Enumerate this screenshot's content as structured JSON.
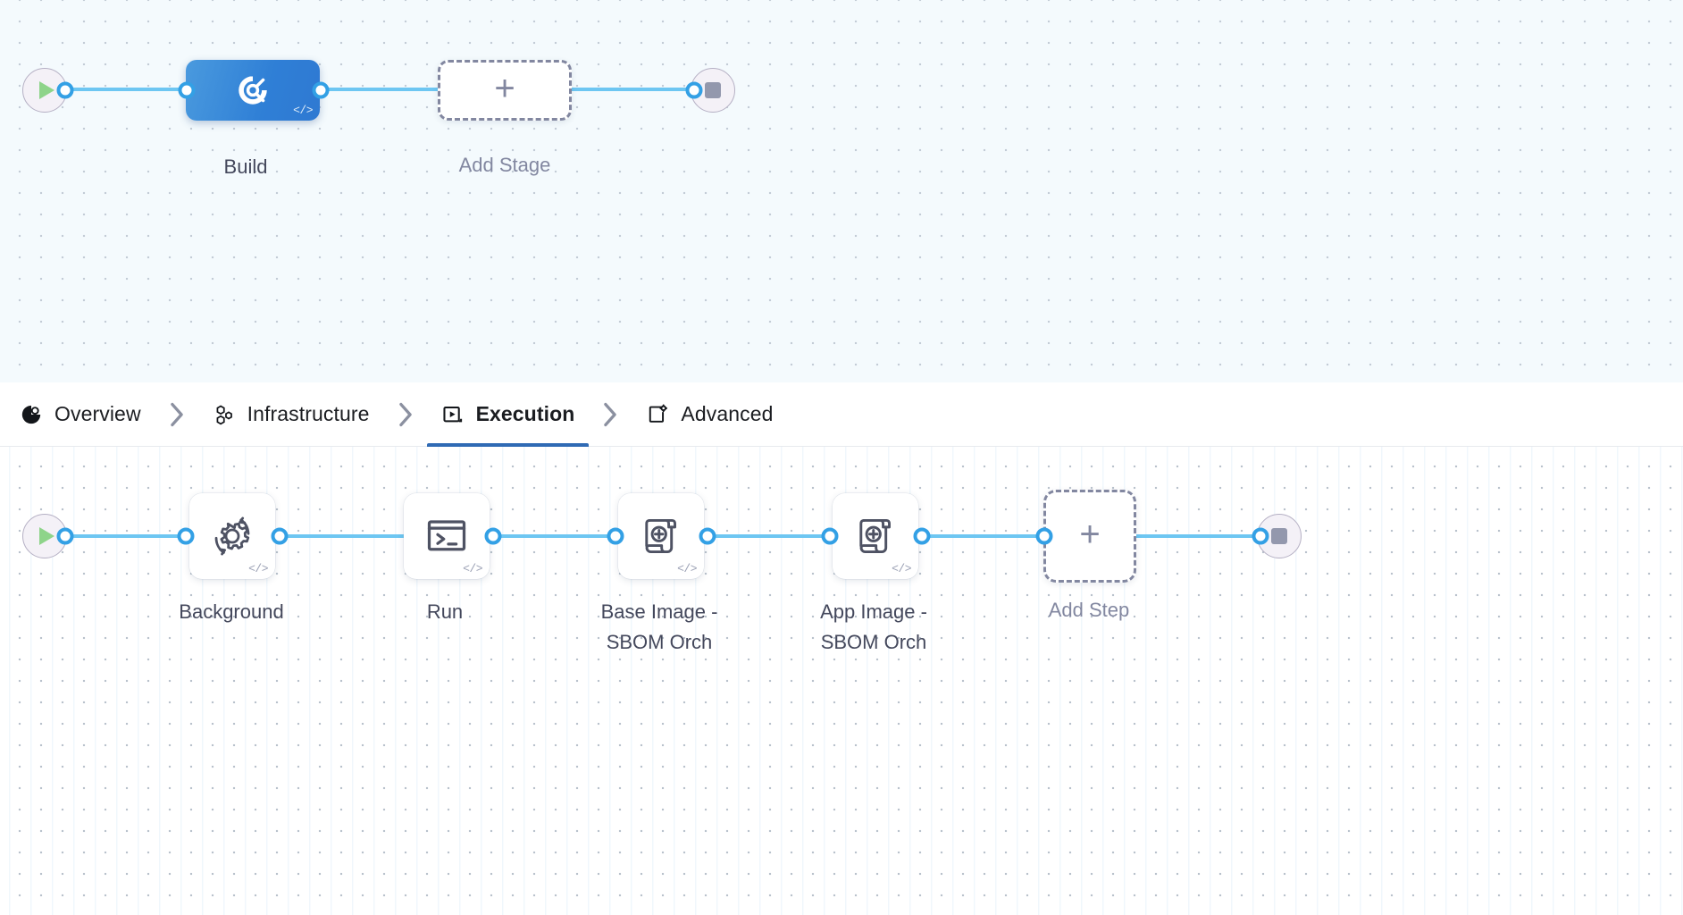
{
  "tabbar": {
    "separator_icon": "chevron-right-icon",
    "tabs": [
      {
        "id": "overview",
        "label": "Overview",
        "icon": "overview-pie-icon",
        "active": false
      },
      {
        "id": "infrastructure",
        "label": "Infrastructure",
        "icon": "hexagons-icon",
        "active": false
      },
      {
        "id": "execution",
        "label": "Execution",
        "icon": "play-square-icon",
        "active": true
      },
      {
        "id": "advanced",
        "label": "Advanced",
        "icon": "page-gear-icon",
        "active": false
      }
    ],
    "active_tab": "Execution",
    "active_underline_color": "#2f6ab4"
  },
  "stage_graph": {
    "start_node": {
      "name": "pipeline-start",
      "icon": "play-icon"
    },
    "end_node": {
      "name": "pipeline-end",
      "icon": "stop-icon"
    },
    "stages": [
      {
        "id": "build",
        "label": "Build",
        "icon": "build-target-icon",
        "selected": true,
        "code_badge": "</>"
      }
    ],
    "add_stage": {
      "label": "Add Stage",
      "icon": "plus-icon"
    }
  },
  "step_graph": {
    "start_node": {
      "name": "execution-start",
      "icon": "play-icon"
    },
    "end_node": {
      "name": "execution-end",
      "icon": "stop-icon"
    },
    "steps": [
      {
        "id": "background",
        "label": "Background",
        "icon": "gear-refresh-icon",
        "code_badge": "</>"
      },
      {
        "id": "run",
        "label": "Run",
        "icon": "terminal-icon",
        "code_badge": "</>"
      },
      {
        "id": "base-image-sbom",
        "label": "Base Image -\nSBOM Orch",
        "icon": "scroll-plus-icon",
        "code_badge": "</>"
      },
      {
        "id": "app-image-sbom",
        "label": "App Image -\nSBOM Orch",
        "icon": "scroll-plus-icon",
        "code_badge": "</>"
      }
    ],
    "add_step": {
      "label": "Add Step",
      "icon": "plus-icon"
    }
  },
  "theme": {
    "edge_color": "#6dc6f2",
    "port_stroke": "#33a0e5",
    "stage_gradient_from": "#4a9ade",
    "stage_gradient_to": "#2f79d2",
    "top_canvas_bg": "#f4fafd",
    "bottom_canvas_bg": "#ffffff",
    "label_color": "#44485c",
    "muted_color": "#8287a0"
  }
}
